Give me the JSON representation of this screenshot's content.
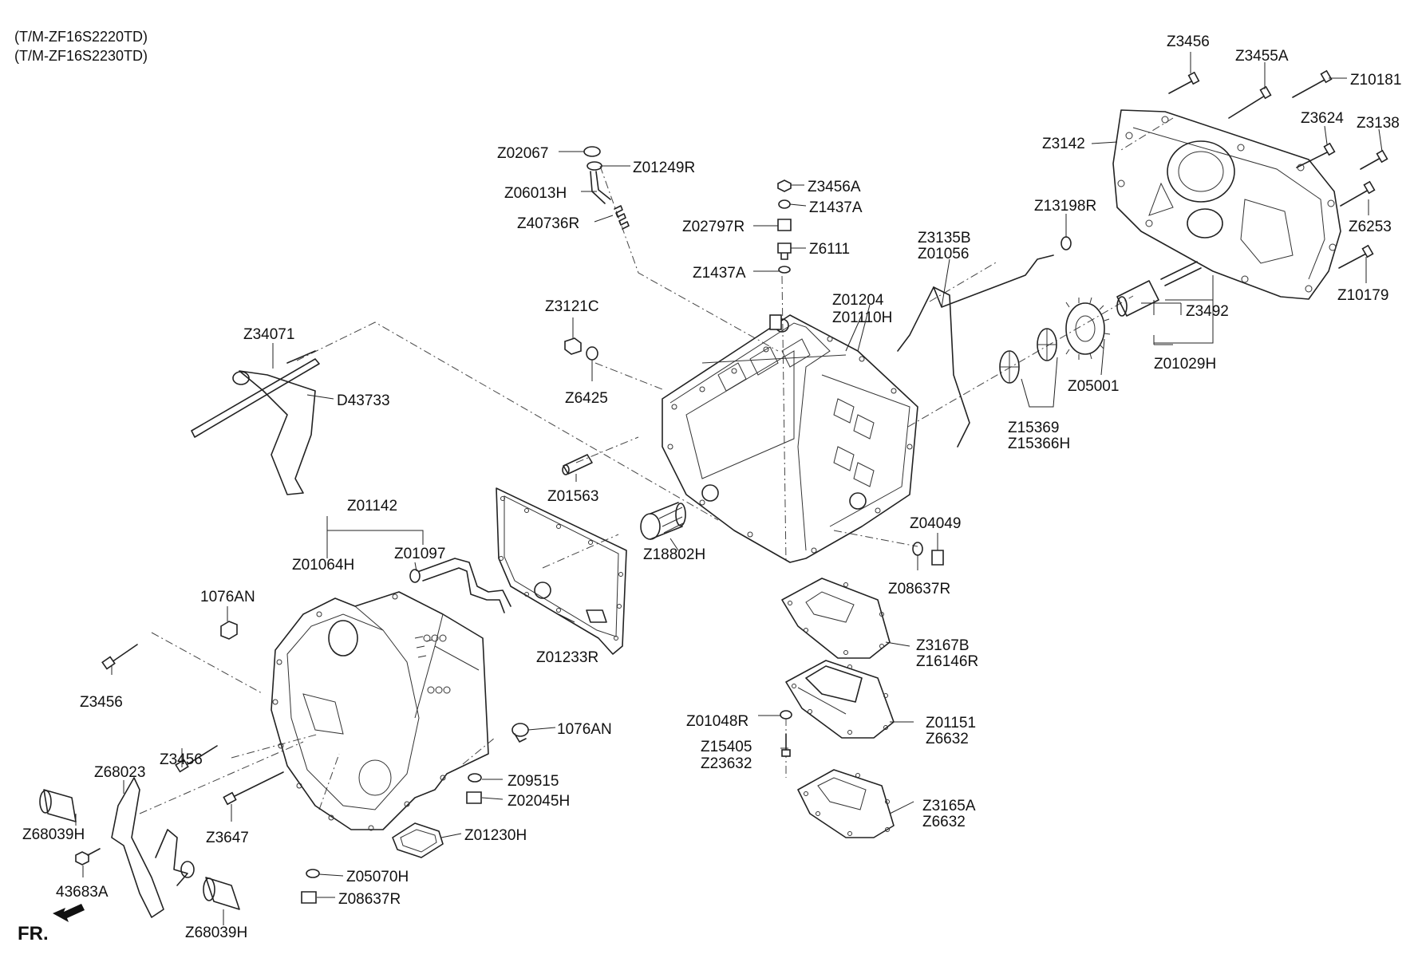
{
  "header": {
    "line1": "(T/M-ZF16S2220TD)",
    "line2": "(T/M-ZF16S2230TD)"
  },
  "front_marker": "FR.",
  "labels": {
    "z3456_top": "Z3456",
    "z3455a": "Z3455A",
    "z10181": "Z10181",
    "z3142": "Z3142",
    "z3624": "Z3624",
    "z3138": "Z3138",
    "z6253": "Z6253",
    "z10179": "Z10179",
    "z13198r": "Z13198R",
    "z3492": "Z3492",
    "z01029h": "Z01029H",
    "z05001": "Z05001",
    "z15369": "Z15369",
    "z15366h": "Z15366H",
    "z3135b": "Z3135B",
    "z01056": "Z01056",
    "z01204": "Z01204",
    "z01110h": "Z01110H",
    "z02067": "Z02067",
    "z01249r": "Z01249R",
    "z06013h": "Z06013H",
    "z40736r": "Z40736R",
    "z3456a": "Z3456A",
    "z1437a_1": "Z1437A",
    "z02797r": "Z02797R",
    "z6111": "Z6111",
    "z1437a_2": "Z1437A",
    "z3121c": "Z3121C",
    "z6425": "Z6425",
    "z34071": "Z34071",
    "d43733": "D43733",
    "z01563": "Z01563",
    "z18802h": "Z18802H",
    "z04049": "Z04049",
    "z08637r_1": "Z08637R",
    "z01142": "Z01142",
    "z01064h": "Z01064H",
    "z01097": "Z01097",
    "z01233r": "Z01233R",
    "z1076an_1": "1076AN",
    "z3167b": "Z3167B",
    "z16146r": "Z16146R",
    "z01048r": "Z01048R",
    "z01151": "Z01151",
    "z6632_1": "Z6632",
    "z15405": "Z15405",
    "z23632": "Z23632",
    "z3165a": "Z3165A",
    "z6632_2": "Z6632",
    "z3456_mid": "Z3456",
    "z3456_low": "Z3456",
    "z1076an_2": "1076AN",
    "z09515": "Z09515",
    "z02045h": "Z02045H",
    "z68023": "Z68023",
    "z68039h_1": "Z68039H",
    "z3647": "Z3647",
    "z01230h": "Z01230H",
    "z43683a": "43683A",
    "z05070h": "Z05070H",
    "z08637r_2": "Z08637R",
    "z68039h_2": "Z68039H"
  }
}
